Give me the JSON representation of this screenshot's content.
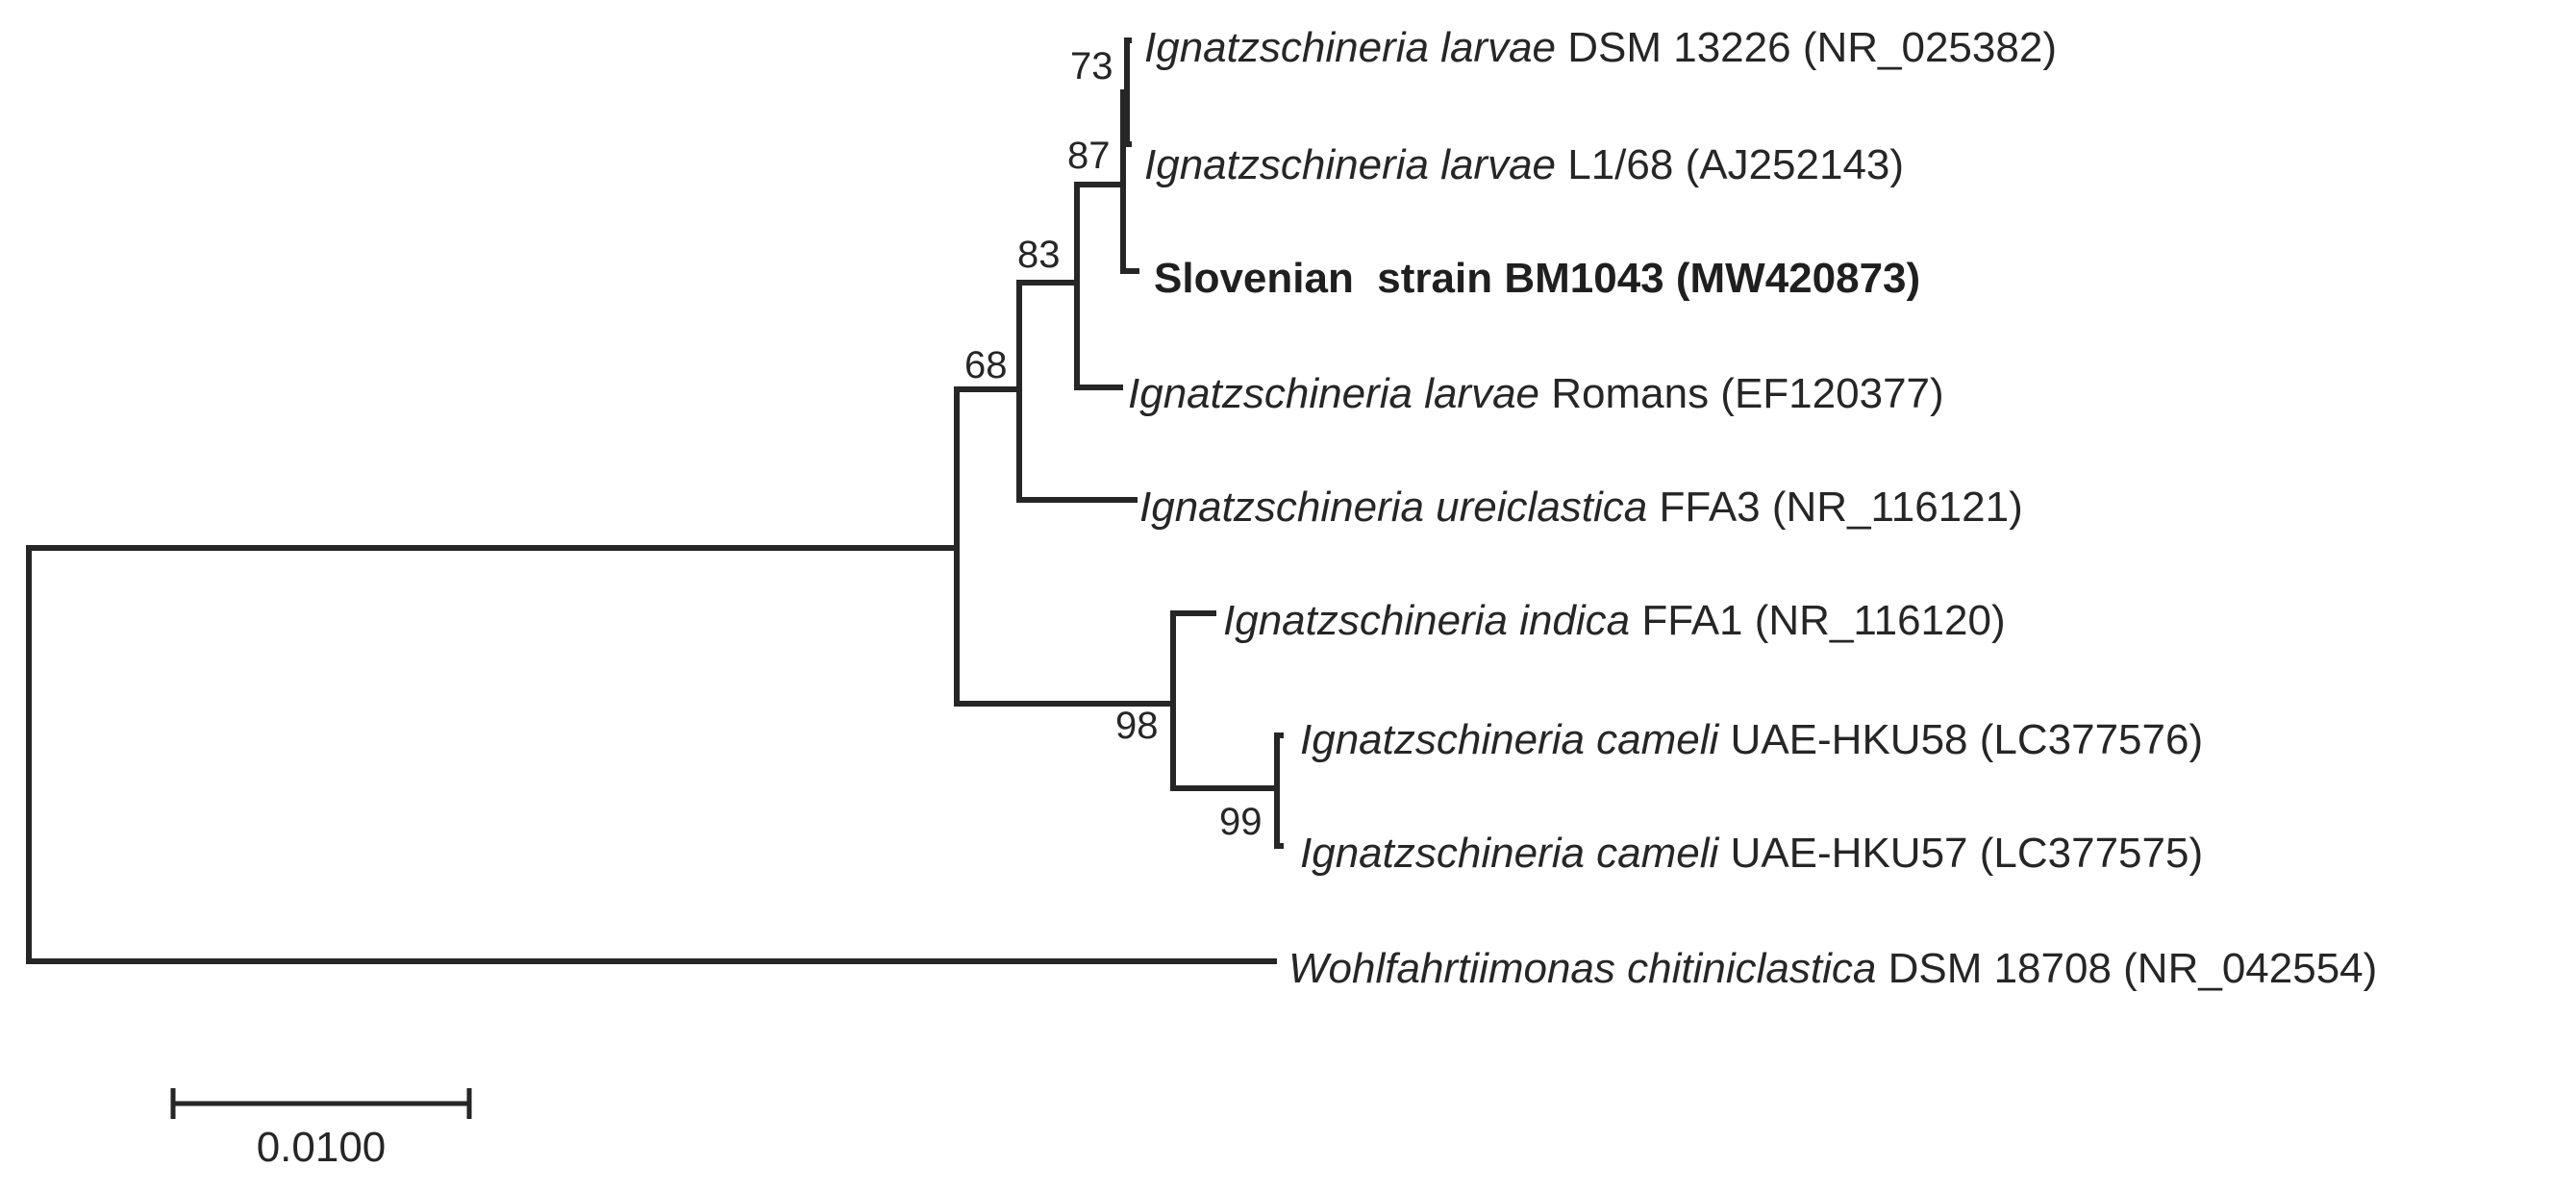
{
  "tree": {
    "taxa": [
      {
        "id": "t1",
        "species": "Ignatzschineria larvae",
        "strain": " DSM 13226 (NR_025382)"
      },
      {
        "id": "t2",
        "species": "Ignatzschineria larvae",
        "strain": " L1/68 (AJ252143)"
      },
      {
        "id": "t3",
        "species": "",
        "strain": "Slovenian  strain BM1043 (MW420873)",
        "bold": true
      },
      {
        "id": "t4",
        "species": "Ignatzschineria larvae",
        "strain": " Romans (EF120377)"
      },
      {
        "id": "t5",
        "species": "Ignatzschineria ureiclastica",
        "strain": " FFA3 (NR_116121)"
      },
      {
        "id": "t6",
        "species": "Ignatzschineria indica",
        "strain": " FFA1 (NR_116120)"
      },
      {
        "id": "t7",
        "species": "Ignatzschineria cameli",
        "strain": " UAE-HKU58 (LC377576)"
      },
      {
        "id": "t8",
        "species": "Ignatzschineria cameli",
        "strain": " UAE-HKU57 (LC377575)"
      },
      {
        "id": "t9",
        "species": "Wohlfahrtiimonas chitiniclastica",
        "strain": " DSM 18708 (NR_042554)"
      }
    ],
    "bootstrap": [
      "73",
      "87",
      "83",
      "68",
      "98",
      "99"
    ],
    "scale_bar": {
      "label": "0.0100",
      "value": 0.01
    }
  }
}
